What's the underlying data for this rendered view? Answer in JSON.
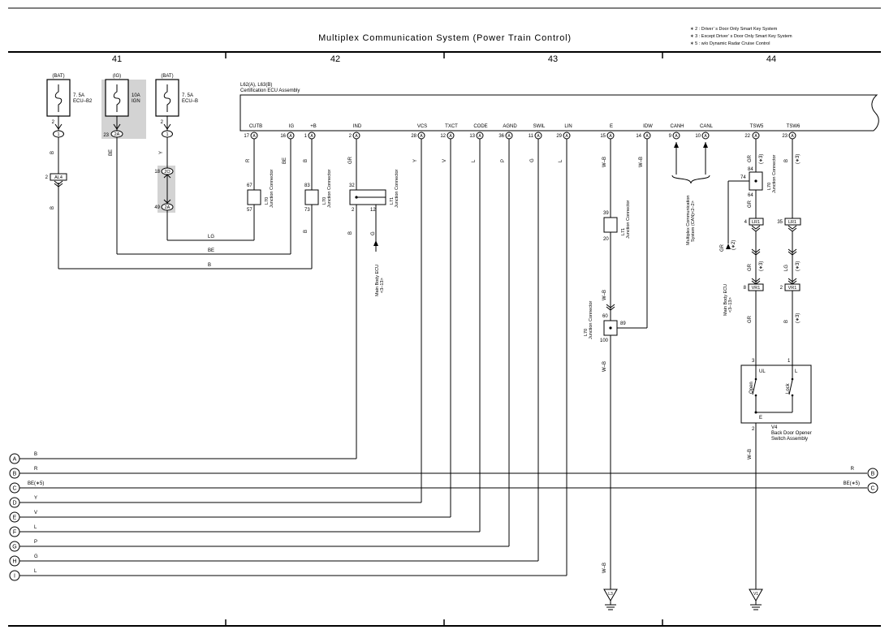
{
  "header": {
    "title": "Multiplex Communication System (Power Train Control)",
    "notes": [
      "∗ 2 : Driver’ s Door Only Smart Key System",
      "∗ 3 : Except Driver’ s Door Only Smart Key System",
      "∗ 5 : w/o Dynamic Radar Cruise Control"
    ],
    "columns": [
      "41",
      "42",
      "43",
      "44"
    ]
  },
  "ecu": {
    "name": "L62(A), L63(B)",
    "subtitle": "Certification ECU Assembly"
  },
  "fuses": [
    {
      "source": "(BAT)",
      "rating": "7. 5A",
      "name": "ECU–B2",
      "pin": "2",
      "conn": "1"
    },
    {
      "source": "(IG)",
      "rating": "10A",
      "name": "IGN",
      "pin": "23",
      "conn": "2A"
    },
    {
      "source": "(BAT)",
      "rating": "7. 5A",
      "name": "ECU–B",
      "pin": "2",
      "conn": "1"
    }
  ],
  "terminals": [
    {
      "label": "CUTB",
      "pin": "17",
      "conn": "A"
    },
    {
      "label": "IG",
      "pin": "16",
      "conn": "A"
    },
    {
      "label": "+B",
      "pin": "1",
      "conn": "A"
    },
    {
      "label": "IND",
      "pin": "2",
      "conn": "A"
    },
    {
      "label": "VCS",
      "pin": "28",
      "conn": "A"
    },
    {
      "label": "TXCT",
      "pin": "12",
      "conn": "A"
    },
    {
      "label": "CODE",
      "pin": "13",
      "conn": "A"
    },
    {
      "label": "AGND",
      "pin": "36",
      "conn": "A"
    },
    {
      "label": "SWIL",
      "pin": "11",
      "conn": "A"
    },
    {
      "label": "LIN",
      "pin": "29",
      "conn": "A"
    },
    {
      "label": "E",
      "pin": "15",
      "conn": "A"
    },
    {
      "label": "IDW",
      "pin": "14",
      "conn": "A"
    },
    {
      "label": "CANH",
      "pin": "9",
      "conn": "A"
    },
    {
      "label": "CANL",
      "pin": "10",
      "conn": "A"
    },
    {
      "label": "TSW5",
      "pin": "22",
      "conn": "A"
    },
    {
      "label": "TSW6",
      "pin": "23",
      "conn": "A"
    }
  ],
  "junction": {
    "name": "L70",
    "label": "Junction Connector",
    "l71_name": "L71",
    "cutb_pins": [
      "67",
      "57"
    ],
    "plusb_pins": [
      "83",
      "73"
    ],
    "ind_pins": [
      "32",
      "2",
      "12"
    ],
    "e_pins": [
      "39",
      "20"
    ],
    "idw_pins": [
      "60",
      "89",
      "100"
    ],
    "tsw_pins": [
      "84",
      "74",
      "64"
    ]
  },
  "connectors": {
    "al4": {
      "pin": "2",
      "name": "AL4"
    },
    "ign_2o": {
      "pin": "18",
      "conn": "2O"
    },
    "ign_2a": {
      "pin": "49",
      "conn": "2A"
    },
    "lr1_a": {
      "pin": "4",
      "name": "LR1"
    },
    "lr1_b": {
      "pin": "35",
      "name": "LR1"
    },
    "vr1_a": {
      "pin": "8",
      "name": "VR1"
    },
    "vr1_b": {
      "pin": "2",
      "name": "VR1"
    }
  },
  "wire_colors": {
    "b": "B",
    "be": "BE",
    "y": "Y",
    "r": "R",
    "lg": "LG",
    "gr": "GR",
    "v": "V",
    "l": "L",
    "p": "P",
    "g": "G",
    "wb": "W–B",
    "star3": "(∗3)",
    "star2": "(∗2)"
  },
  "refs": {
    "main_body_ecu": "Main Body ECU",
    "main_body_page": "<3–13>",
    "multiplex_ref": "Multiplex Communication",
    "multiplex_ref2": "System (CAN)<2–2>"
  },
  "switch": {
    "name": "V4",
    "title_1": "Back Door Opener",
    "title_2": "Switch Assembly",
    "ul": "UL",
    "l": "L",
    "e": "E",
    "open": "Open",
    "lock": "Lock",
    "pin_ul": "3",
    "pin_l": "1",
    "pin_e": "2"
  },
  "grounds": [
    "L3",
    "V1"
  ],
  "buses": [
    {
      "letter": "A",
      "color": "B",
      "right": false
    },
    {
      "letter": "B",
      "color": "R",
      "right": true
    },
    {
      "letter": "C",
      "color": "BE(∗5)",
      "right": true
    },
    {
      "letter": "D",
      "color": "Y",
      "right": false
    },
    {
      "letter": "E",
      "color": "V",
      "right": false
    },
    {
      "letter": "F",
      "color": "L",
      "right": false
    },
    {
      "letter": "G",
      "color": "P",
      "right": false
    },
    {
      "letter": "H",
      "color": "G",
      "right": false
    },
    {
      "letter": "I",
      "color": "L",
      "right": false
    }
  ],
  "colors": {
    "line": "#000000",
    "shade": "#d3d3d3",
    "fuse_fill": "#ffffff"
  }
}
